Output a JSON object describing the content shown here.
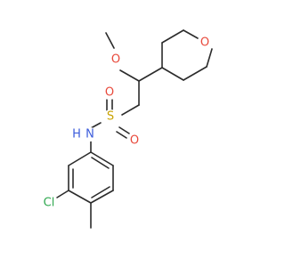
{
  "molecule": {
    "atoms": {
      "methoxy_o": {
        "text": "O",
        "color": "#e8483a"
      },
      "ring_o": {
        "text": "O",
        "color": "#e8483a"
      },
      "sulfur": {
        "text": "S",
        "color": "#c9a300"
      },
      "sulfonyl_o_top": {
        "text": "O",
        "color": "#e8483a"
      },
      "sulfonyl_o_bottom": {
        "text": "O",
        "color": "#e8483a"
      },
      "amine_n": {
        "text": "N",
        "color": "#3b5bdb"
      },
      "amine_h": {
        "text": "H",
        "color": "#3b5bdb"
      },
      "chlorine": {
        "text": "Cl",
        "color": "#2fa84f"
      }
    }
  }
}
